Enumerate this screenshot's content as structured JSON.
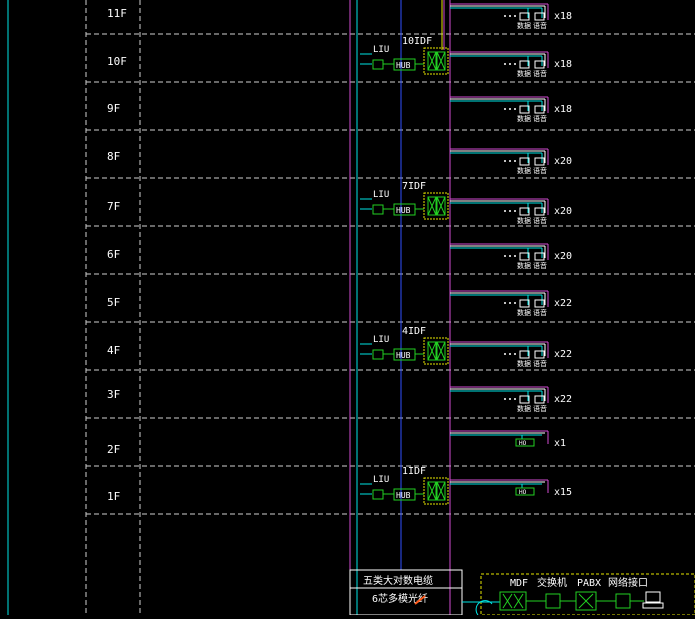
{
  "floors": [
    {
      "label": "11F"
    },
    {
      "label": "10F"
    },
    {
      "label": "9F"
    },
    {
      "label": "8F"
    },
    {
      "label": "7F"
    },
    {
      "label": "6F"
    },
    {
      "label": "5F"
    },
    {
      "label": "4F"
    },
    {
      "label": "3F"
    },
    {
      "label": "2F"
    },
    {
      "label": "1F"
    }
  ],
  "idf_nodes": [
    {
      "label": "10IDF",
      "lu": "LIU",
      "hub": "HUB"
    },
    {
      "label": "7IDF",
      "lu": "LIU",
      "hub": "HUB"
    },
    {
      "label": "4IDF",
      "lu": "LIU",
      "hub": "HUB"
    },
    {
      "label": "1IDF",
      "lu": "LIU",
      "hub": "HUB"
    }
  ],
  "outlet_rows": [
    {
      "count": "x18",
      "kind": "pair",
      "labels": [
        "数据",
        "语音"
      ]
    },
    {
      "count": "x18",
      "kind": "pair",
      "labels": [
        "数据",
        "语音"
      ]
    },
    {
      "count": "x18",
      "kind": "pair",
      "labels": [
        "数据",
        "语音"
      ]
    },
    {
      "count": "x20",
      "kind": "pair",
      "labels": [
        "数据",
        "语音"
      ]
    },
    {
      "count": "x20",
      "kind": "pair",
      "labels": [
        "数据",
        "语音"
      ]
    },
    {
      "count": "x20",
      "kind": "pair",
      "labels": [
        "数据",
        "语音"
      ]
    },
    {
      "count": "x22",
      "kind": "pair",
      "labels": [
        "数据",
        "语音"
      ]
    },
    {
      "count": "x22",
      "kind": "pair",
      "labels": [
        "数据",
        "语音"
      ]
    },
    {
      "count": "x22",
      "kind": "pair",
      "labels": [
        "数据",
        "语音"
      ]
    },
    {
      "count": "x1",
      "kind": "ho",
      "labels": [
        "HO"
      ]
    },
    {
      "count": "x15",
      "kind": "ho",
      "labels": [
        "HO"
      ]
    }
  ],
  "bottom": {
    "note_line1": "五类大对数电缆",
    "note_line2": "6芯多模光纤",
    "mdf": "MDF",
    "switch": "交换机",
    "pabx": "PABX",
    "net": "网络接口"
  },
  "colors": {
    "background": "#000000",
    "cyan": "#00e5e5",
    "magenta": "#d24cd2",
    "green": "#22d022",
    "yellow": "#e6e600",
    "blue": "#3050ff",
    "white": "#ffffff",
    "dashed": "#cfcfcf"
  }
}
